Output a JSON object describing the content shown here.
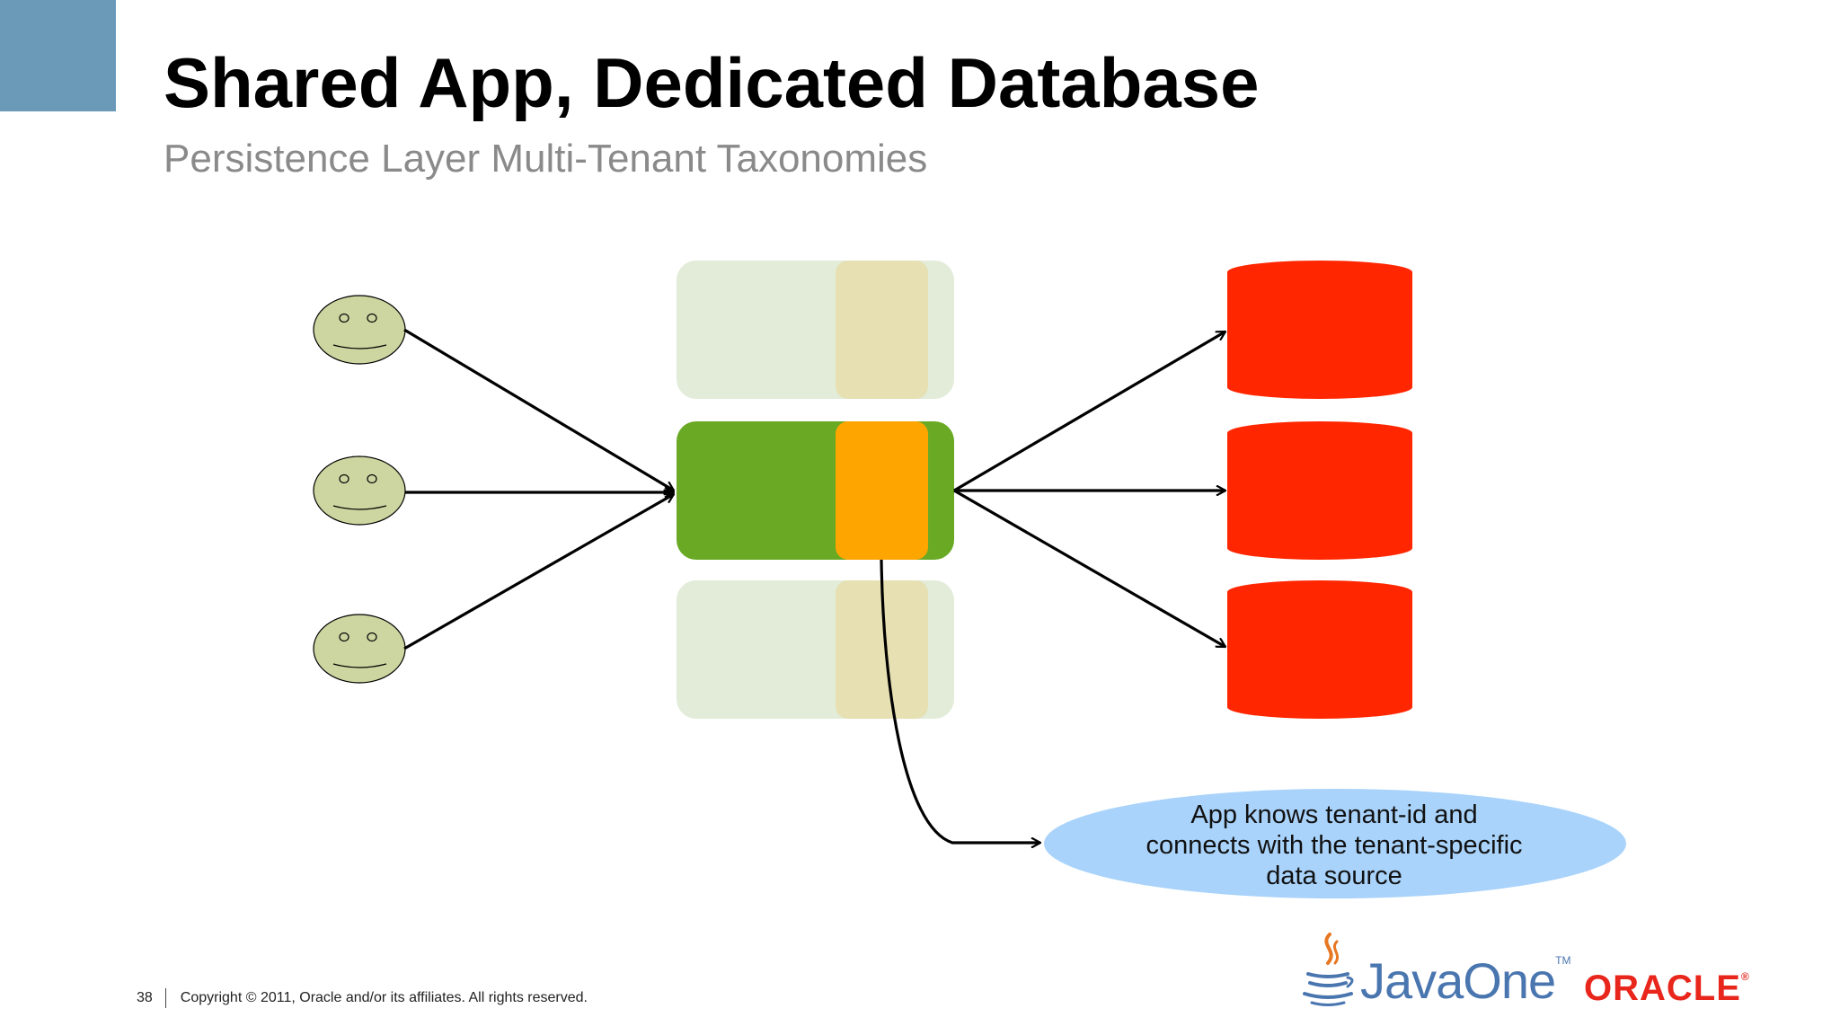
{
  "slide": {
    "title": "Shared App, Dedicated Database",
    "subtitle": "Persistence Layer Multi-Tenant Taxonomies",
    "callout_lines": [
      "App knows tenant-id and",
      "connects with the tenant-specific",
      "data source"
    ],
    "page_number": "38",
    "copyright": "Copyright © 2011, Oracle and/or its affiliates. All rights reserved.",
    "logo_javaone": "JavaOne",
    "logo_javaone_tm": "TM",
    "logo_oracle": "ORACLE",
    "logo_oracle_reg": "®"
  },
  "colors": {
    "corner": "#6a9ab8",
    "face": "#cdd5a0",
    "app_active": "#6aa924",
    "app_active_accent": "#ffa500",
    "app_faded": "#e2ecd9",
    "app_faded_accent": "#e6e0b2",
    "database": "#ff2600",
    "callout": "#a9d3fb"
  },
  "icons": [
    "tenant-face-icon",
    "database-icon",
    "java-cup-icon"
  ]
}
